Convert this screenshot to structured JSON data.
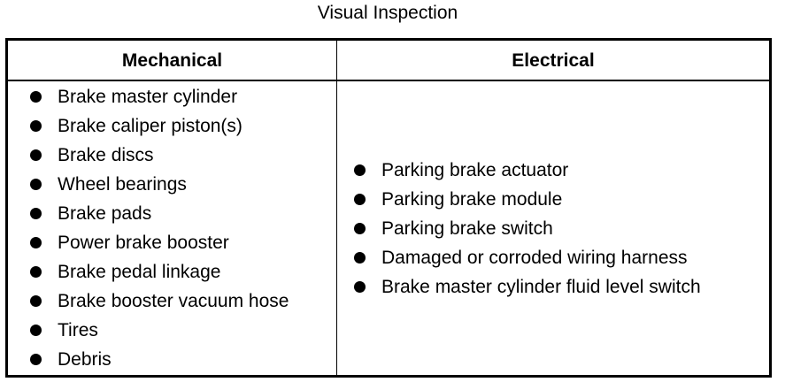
{
  "title": "Visual Inspection",
  "table": {
    "headers": {
      "mechanical": "Mechanical",
      "electrical": "Electrical"
    },
    "mechanical": [
      "Brake master cylinder",
      "Brake caliper piston(s)",
      "Brake discs",
      "Wheel bearings",
      "Brake pads",
      "Power brake booster",
      "Brake pedal linkage",
      "Brake booster vacuum hose",
      "Tires",
      "Debris"
    ],
    "electrical": [
      "Parking brake actuator",
      "Parking brake module",
      "Parking brake switch",
      "Damaged or corroded wiring harness",
      "Brake master cylinder fluid level switch"
    ]
  },
  "icons": {
    "bullet": "bullet-icon"
  }
}
